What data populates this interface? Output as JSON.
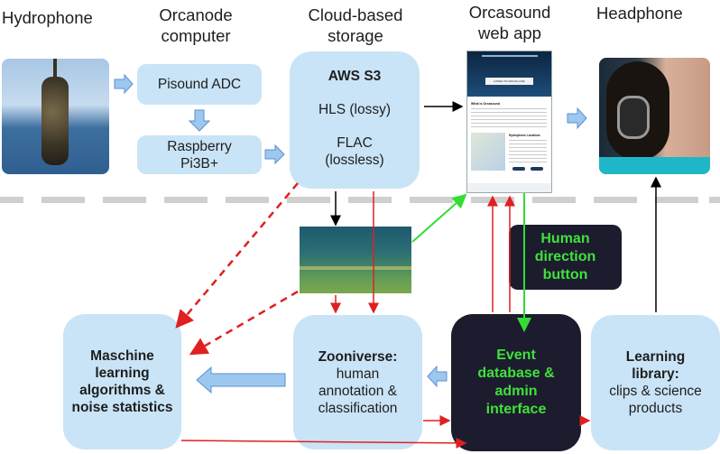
{
  "columns": {
    "hydrophone": "Hydrophone",
    "orcanode": [
      "Orcanode",
      "computer"
    ],
    "storage": [
      "Cloud-based",
      "storage"
    ],
    "webapp": [
      "Orcasound",
      "web app"
    ],
    "headphone": "Headphone"
  },
  "boxes": {
    "pisound": "Pisound ADC",
    "raspberry": [
      "Raspberry",
      "Pi3B+"
    ],
    "aws_title": "AWS S3",
    "aws_hls": "HLS (lossy)",
    "aws_flac": [
      "FLAC",
      "(lossless)"
    ],
    "human_button": [
      "Human",
      "direction",
      "button"
    ],
    "ml": [
      "Maschine",
      "learning",
      "algorithms &",
      "noise statistics"
    ],
    "zooniverse_title": "Zooniverse:",
    "zooniverse_body": [
      "human",
      "annotation &",
      "classification"
    ],
    "event_db": [
      "Event",
      "database &",
      "admin",
      "interface"
    ],
    "learning_title": [
      "Learning",
      "library:"
    ],
    "learning_body": [
      "clips & science",
      "products"
    ]
  },
  "webapp_screenshot": {
    "cta": "LISTEN TO ORCAS LIVE!",
    "heading1": "What is Orcasound",
    "heading2": "Hydrophone Locations"
  },
  "colors": {
    "box_fill": "#c9e4f6",
    "dark_fill": "#1c1c2e",
    "green_text": "#3fe13a",
    "red_arrow": "#e02020",
    "green_arrow": "#33dd33",
    "block_arrow": "#9cc8ef",
    "divider": "#cfcfcf"
  }
}
